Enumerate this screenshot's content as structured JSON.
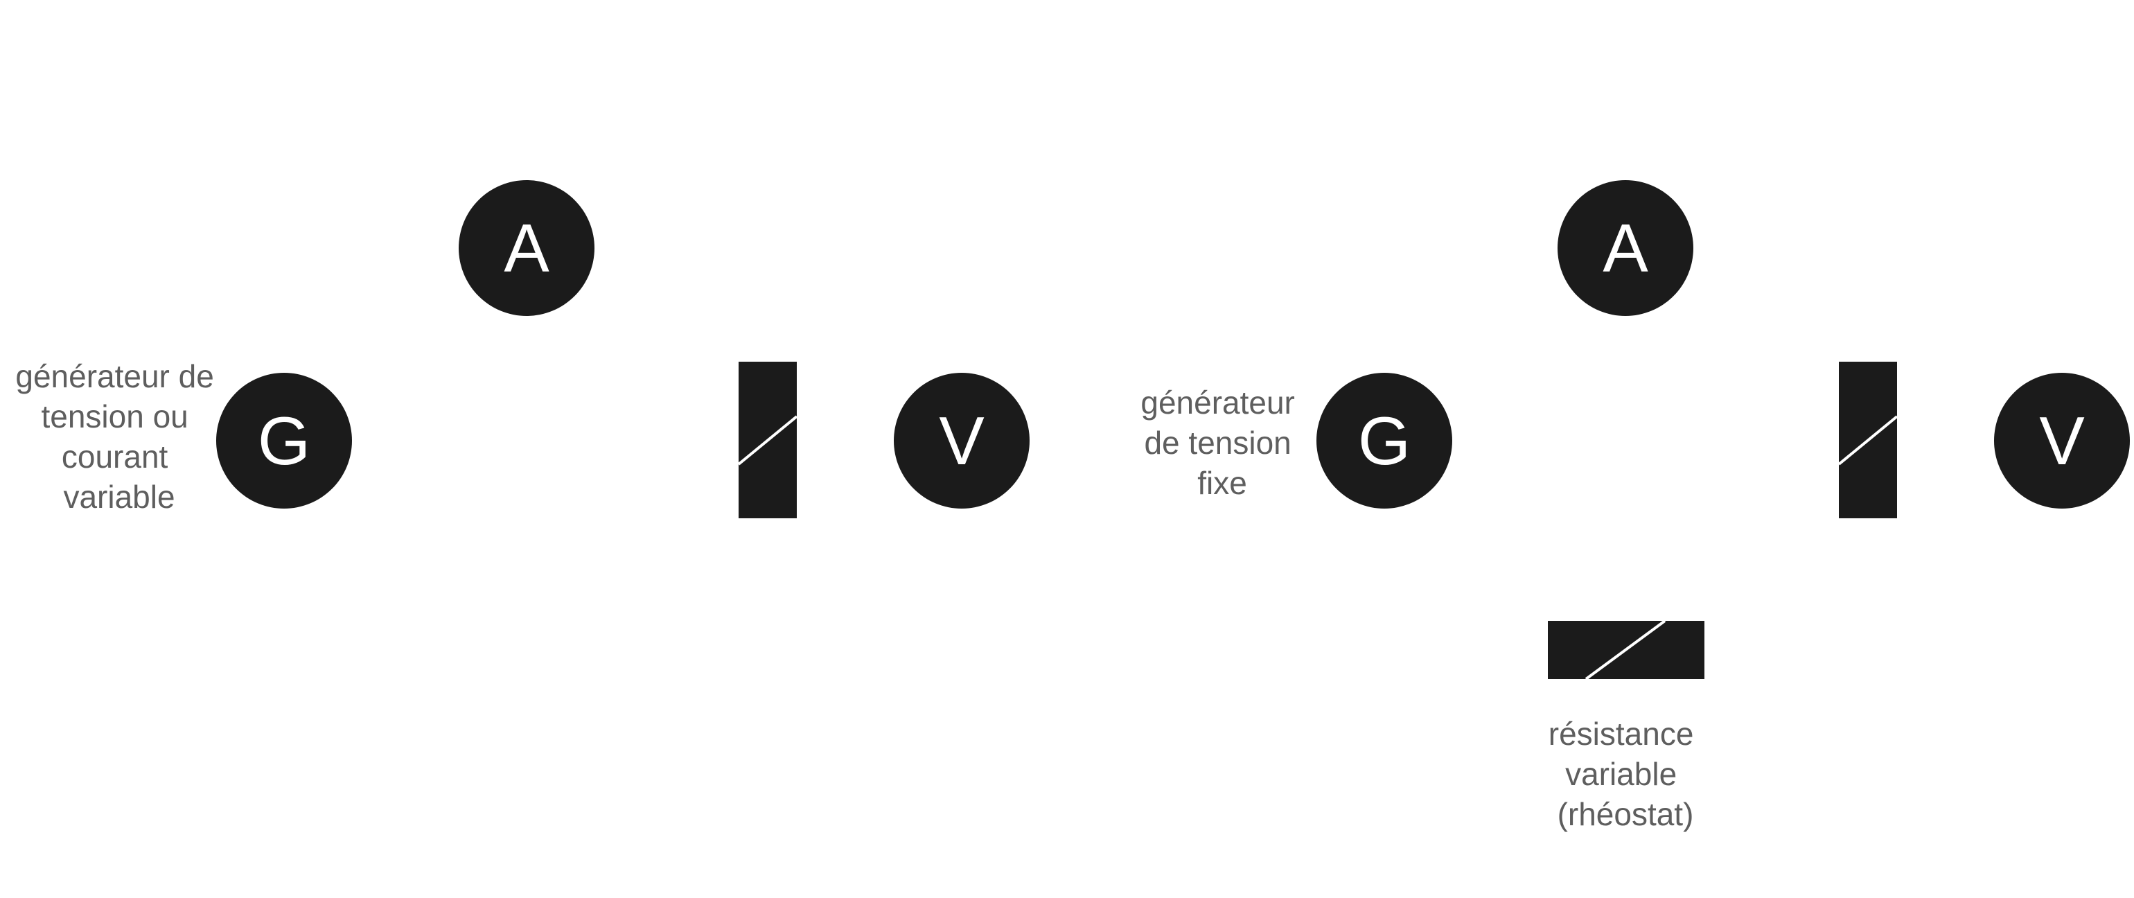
{
  "colors": {
    "component_fill": "#1b1b1b",
    "component_text": "#ffffff",
    "label_text": "#5e5e5e",
    "background": "#ffffff"
  },
  "circuit_left": {
    "generator_label_lines": [
      "générateur de",
      "tension ou",
      "courant",
      "variable"
    ],
    "generator_symbol": "G",
    "ammeter_symbol": "A",
    "voltmeter_symbol": "V"
  },
  "circuit_right": {
    "generator_label_lines": [
      "générateur",
      "de tension",
      "fixe"
    ],
    "generator_symbol": "G",
    "ammeter_symbol": "A",
    "voltmeter_symbol": "V",
    "rheostat_label_lines": [
      "résistance",
      "variable",
      "(rhéostat)"
    ]
  }
}
